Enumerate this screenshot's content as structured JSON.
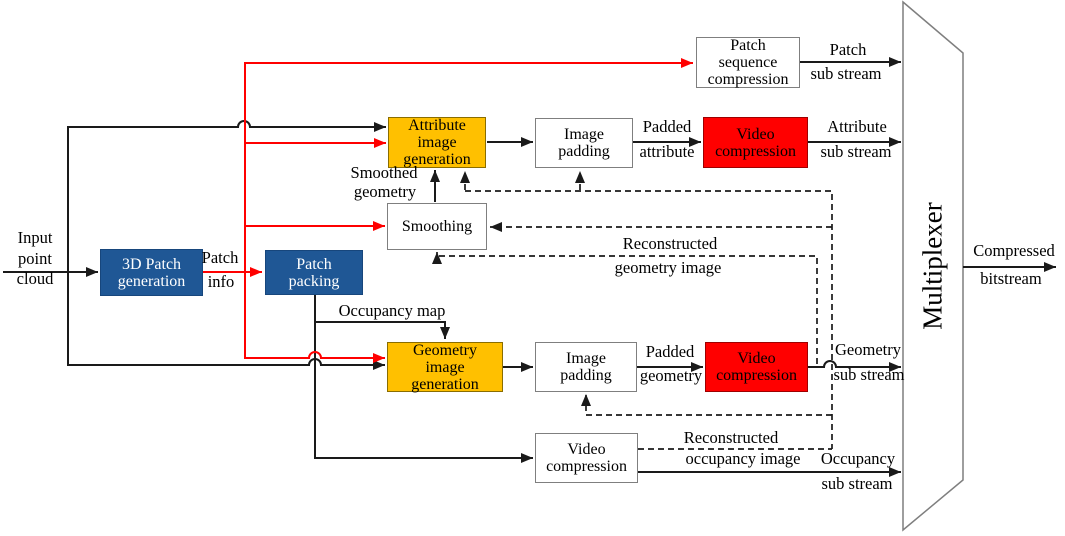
{
  "boxes": {
    "patch_generation": "3D Patch generation",
    "patch_packing": "Patch packing",
    "attribute_image_generation": "Attribute image generation",
    "smoothing": "Smoothing",
    "image_padding_attribute": "Image padding",
    "video_compression_attribute": "Video compression",
    "patch_sequence_compression": "Patch sequence compression",
    "geometry_image_generation": "Geometry image generation",
    "image_padding_geometry": "Image padding",
    "video_compression_geometry": "Video compression",
    "video_compression_occupancy": "Video compression",
    "multiplexer": "Multiplexer"
  },
  "flow_labels": {
    "input_point_cloud": "Input point cloud",
    "patch_info_line1": "Patch",
    "patch_info_line2": "info",
    "occupancy_map": "Occupancy map",
    "smoothed_geometry_line1": "Smoothed",
    "smoothed_geometry_line2": "geometry",
    "padded_attribute_line1": "Padded",
    "padded_attribute_line2": "attribute",
    "padded_geometry_line1": "Padded",
    "padded_geometry_line2": "geometry",
    "reconstructed_geometry_line1": "Reconstructed",
    "reconstructed_geometry_line2": "geometry image",
    "reconstructed_occupancy_line1": "Reconstructed",
    "reconstructed_occupancy_line2": "occupancy image",
    "patch_sub_stream_line1": "Patch",
    "patch_sub_stream_line2": "sub stream",
    "attribute_sub_stream_line1": "Attribute",
    "attribute_sub_stream_line2": "sub stream",
    "geometry_sub_stream_line1": "Geometry",
    "geometry_sub_stream_line2": "sub stream",
    "occupancy_sub_stream_line1": "Occupancy",
    "occupancy_sub_stream_line2": "sub stream",
    "compressed_bitstream_line1": "Compressed",
    "compressed_bitstream_line2": "bitstream"
  },
  "colors": {
    "box_blue": "#1F5795",
    "box_orange": "#FFC000",
    "box_red": "#FF0000",
    "line_black": "#1A1A1A",
    "line_red": "#FF0000",
    "border_gray": "#7F7F7F"
  }
}
